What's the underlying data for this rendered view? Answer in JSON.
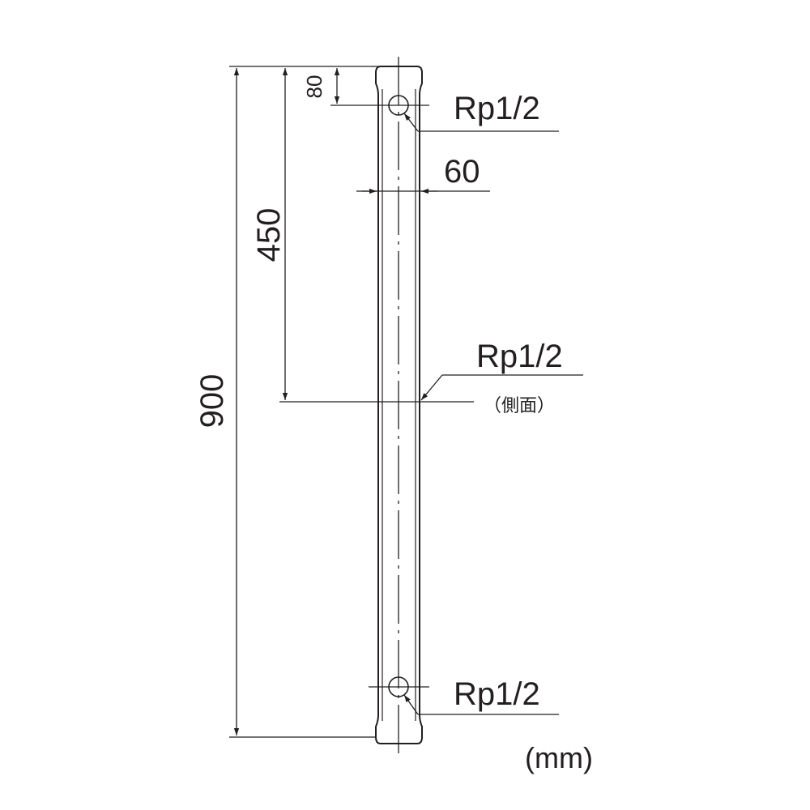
{
  "dimensions": {
    "top_offset": "80",
    "side_port_height": "450",
    "total_height": "900",
    "width": "60"
  },
  "ports": {
    "top": "Rp1/2",
    "side": "Rp1/2",
    "side_note": "（側面）",
    "bottom": "Rp1/2"
  },
  "unit": "(mm)",
  "colors": {
    "line": "#231f20",
    "background": "#ffffff"
  }
}
